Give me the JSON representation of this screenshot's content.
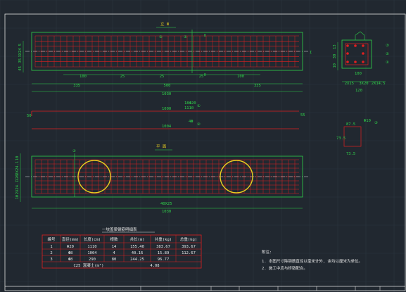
{
  "elevation": {
    "title": "立 Ⅲ",
    "marks": {
      "bar2": "②",
      "bar1": "①",
      "sec_top": "Ⅱ",
      "sec_bottom": "Ⅱ",
      "side_I": "I"
    },
    "left_dims": [
      "5",
      "3X24",
      "35",
      "45"
    ],
    "dims_row1": [
      "100",
      "25",
      "25",
      "25",
      "100"
    ],
    "dims_row2": [
      "335",
      "500",
      "335"
    ],
    "total": "1030"
  },
  "section": {
    "left_dims": [
      "13",
      "30",
      "10"
    ],
    "bars": [
      "③",
      "②",
      "①"
    ],
    "dims_row1": [
      "100"
    ],
    "dims_row2": [
      "2X15",
      "3X20",
      "2X14.5"
    ],
    "total": "120"
  },
  "bars": {
    "bar1": {
      "len": "1000",
      "label": "18Φ20",
      "sublen": "1110",
      "mark": "①",
      "end_l": "50",
      "end_r": "55"
    },
    "bar2": {
      "len": "1004",
      "label": "4Φ",
      "mark": "②"
    }
  },
  "stirrup": {
    "label": "Φ10",
    "width": "87.5",
    "height": "73.5",
    "bottom": "73.5",
    "mark": "③"
  },
  "plan": {
    "title": "平 面",
    "mark": "①",
    "left_dims": [
      "10",
      "2X24.1",
      "120",
      "2X24.1",
      "10"
    ],
    "dims_row1": [
      "40X25"
    ],
    "total": "1030"
  },
  "table": {
    "title": "一块盖梁钢筋明细表",
    "headers": [
      "编号",
      "直径(mm)",
      "长度(cm)",
      "根数",
      "共长(m)",
      "共重(kg)",
      "总重(kg)"
    ],
    "rows": [
      [
        "1",
        "Φ20",
        "1110",
        "14",
        "155.40",
        "383.67",
        "393.67"
      ],
      [
        "2",
        "Φ8",
        "1004",
        "4",
        "40.16",
        "15.89",
        "112.67"
      ],
      [
        "3",
        "Φ8",
        "290",
        "80",
        "244.25",
        "96.77",
        ""
      ]
    ],
    "summary_label": "C25 混凝土(m³)",
    "summary_value": "4.08"
  },
  "notes": {
    "heading": "附注:",
    "items": [
      "1. 本图尺寸除钢筋直径以毫米计外, 余均以厘米为单位。",
      "2. 施工中应与桥墩配合。"
    ]
  },
  "colors": {
    "bg": "#212830",
    "grid": "#2b3440",
    "green": "#2fd34a",
    "red": "#e02020",
    "yellow": "#e8d020",
    "white": "#e8e8e8"
  }
}
